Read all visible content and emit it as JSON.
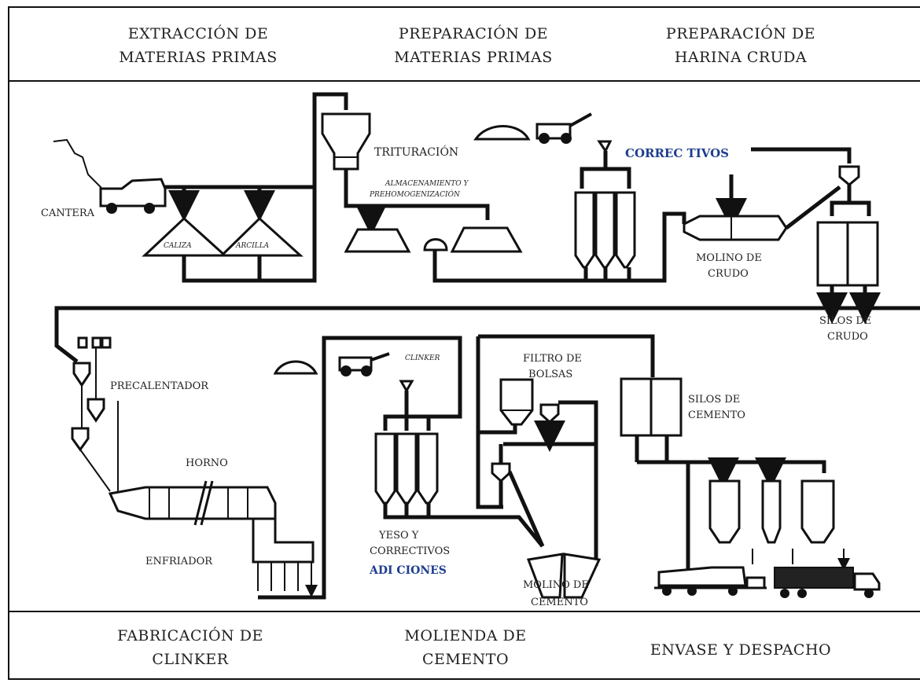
{
  "header": {
    "stages": [
      "EXTRACCIÓN DE\nMATERIAS PRIMAS",
      "PREPARACIÓN DE\nMATERIAS PRIMAS",
      "PREPARACIÓN DE\nHARINA CRUDA"
    ]
  },
  "footer": {
    "stages": [
      "FABRICACIÓN DE\nCLINKER",
      "MOLIENDA DE\nCEMENTO",
      "ENVASE Y DESPACHO"
    ]
  },
  "labels": {
    "cantera": "CANTERA",
    "caliza": "CALIZA",
    "arcilla": "ARCILLA",
    "trituracion": "TRITURACIÓN",
    "almacenamiento_1": "ALMACENAMIENTO Y",
    "almacenamiento_2": "PREHOMOGENIZACIÓN",
    "correctivos": "CORREC TIVOS",
    "molino_crudo_1": "MOLINO DE",
    "molino_crudo_2": "CRUDO",
    "silos_crudo_1": "SILOS DE",
    "silos_crudo_2": "CRUDO",
    "precalentador": "PRECALENTADOR",
    "horno": "HORNO",
    "enfriador": "ENFRIADOR",
    "clinker": "CLINKER",
    "yeso_1": "YESO Y",
    "yeso_2": "CORRECTIVOS",
    "adiciones": "ADI CIONES",
    "filtro_1": "FILTRO DE",
    "filtro_2": "BOLSAS",
    "silos_cemento_1": "SILOS DE",
    "silos_cemento_2": "CEMENTO",
    "molino_cemento_1": "MOLINO DE",
    "molino_cemento_2": "CEMENTO"
  },
  "colors": {
    "line": "#111111",
    "text": "#222222",
    "accent_blue": "#1e3d8f"
  }
}
